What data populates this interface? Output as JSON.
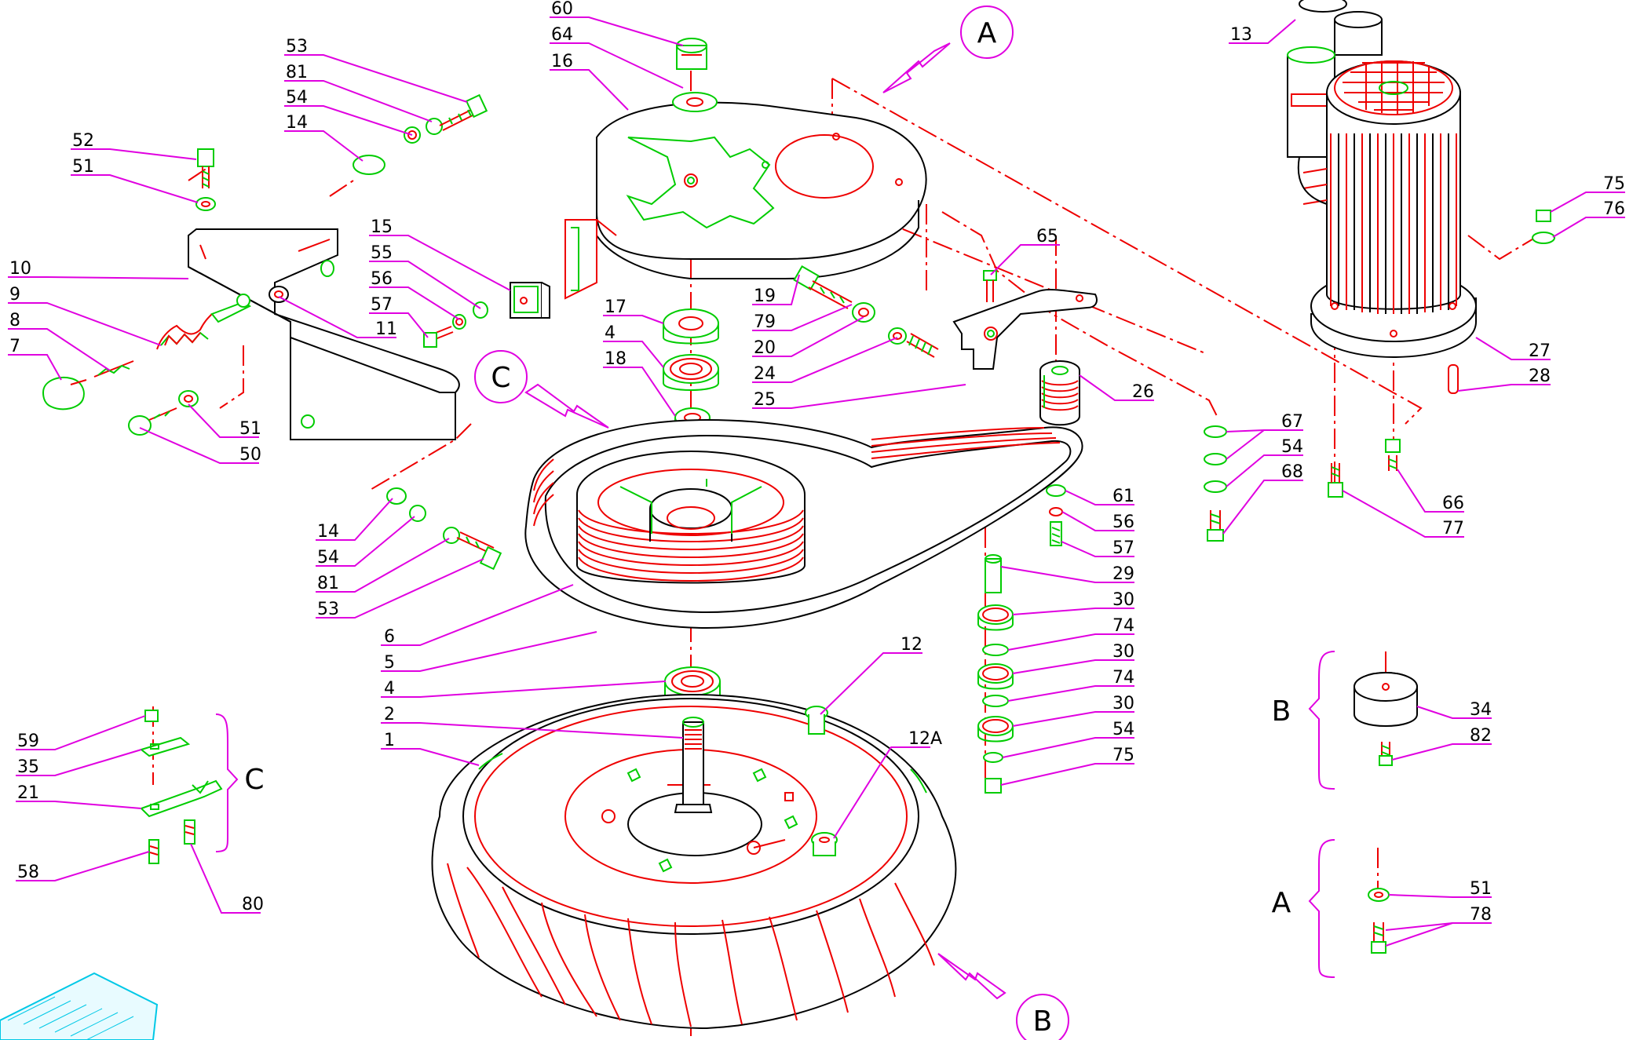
{
  "labels": [
    {
      "id": "l60",
      "text": "60"
    },
    {
      "id": "l64",
      "text": "64"
    },
    {
      "id": "l16",
      "text": "16"
    },
    {
      "id": "l53a",
      "text": "53"
    },
    {
      "id": "l81a",
      "text": "81"
    },
    {
      "id": "l54a",
      "text": "54"
    },
    {
      "id": "l14a",
      "text": "14"
    },
    {
      "id": "l52",
      "text": "52"
    },
    {
      "id": "l51a",
      "text": "51"
    },
    {
      "id": "l10",
      "text": "10"
    },
    {
      "id": "l9",
      "text": "9"
    },
    {
      "id": "l8",
      "text": "8"
    },
    {
      "id": "l7",
      "text": "7"
    },
    {
      "id": "l51b",
      "text": "51"
    },
    {
      "id": "l50",
      "text": "50"
    },
    {
      "id": "l15",
      "text": "15"
    },
    {
      "id": "l55",
      "text": "55"
    },
    {
      "id": "l56a",
      "text": "56"
    },
    {
      "id": "l57a",
      "text": "57"
    },
    {
      "id": "l11",
      "text": "11"
    },
    {
      "id": "l17",
      "text": "17"
    },
    {
      "id": "l4a",
      "text": "4"
    },
    {
      "id": "l18",
      "text": "18"
    },
    {
      "id": "l19",
      "text": "19"
    },
    {
      "id": "l79",
      "text": "79"
    },
    {
      "id": "l20",
      "text": "20"
    },
    {
      "id": "l24",
      "text": "24"
    },
    {
      "id": "l25",
      "text": "25"
    },
    {
      "id": "l65",
      "text": "65"
    },
    {
      "id": "l26",
      "text": "26"
    },
    {
      "id": "l13",
      "text": "13"
    },
    {
      "id": "l75a",
      "text": "75"
    },
    {
      "id": "l76",
      "text": "76"
    },
    {
      "id": "l27",
      "text": "27"
    },
    {
      "id": "l28",
      "text": "28"
    },
    {
      "id": "l67",
      "text": "67"
    },
    {
      "id": "l54b",
      "text": "54"
    },
    {
      "id": "l68",
      "text": "68"
    },
    {
      "id": "l66",
      "text": "66"
    },
    {
      "id": "l77",
      "text": "77"
    },
    {
      "id": "l61",
      "text": "61"
    },
    {
      "id": "l56b",
      "text": "56"
    },
    {
      "id": "l57b",
      "text": "57"
    },
    {
      "id": "l29",
      "text": "29"
    },
    {
      "id": "l30a",
      "text": "30"
    },
    {
      "id": "l74a",
      "text": "74"
    },
    {
      "id": "l30b",
      "text": "30"
    },
    {
      "id": "l74b",
      "text": "74"
    },
    {
      "id": "l30c",
      "text": "30"
    },
    {
      "id": "l54c",
      "text": "54"
    },
    {
      "id": "l75b",
      "text": "75"
    },
    {
      "id": "l14b",
      "text": "14"
    },
    {
      "id": "l54d",
      "text": "54"
    },
    {
      "id": "l81b",
      "text": "81"
    },
    {
      "id": "l53b",
      "text": "53"
    },
    {
      "id": "l6",
      "text": "6"
    },
    {
      "id": "l5",
      "text": "5"
    },
    {
      "id": "l4b",
      "text": "4"
    },
    {
      "id": "l2",
      "text": "2"
    },
    {
      "id": "l1",
      "text": "1"
    },
    {
      "id": "l12",
      "text": "12"
    },
    {
      "id": "l12A",
      "text": "12A"
    },
    {
      "id": "l59",
      "text": "59"
    },
    {
      "id": "l35",
      "text": "35"
    },
    {
      "id": "l21",
      "text": "21"
    },
    {
      "id": "l58",
      "text": "58"
    },
    {
      "id": "l80",
      "text": "80"
    },
    {
      "id": "l34",
      "text": "34"
    },
    {
      "id": "l82",
      "text": "82"
    },
    {
      "id": "l51c",
      "text": "51"
    },
    {
      "id": "l78",
      "text": "78"
    }
  ],
  "callouts": [
    {
      "id": "cA",
      "text": "A"
    },
    {
      "id": "cB",
      "text": "B"
    },
    {
      "id": "cC",
      "text": "C"
    }
  ],
  "groups": [
    {
      "id": "gB",
      "text": "B"
    },
    {
      "id": "gA",
      "text": "A"
    },
    {
      "id": "gC",
      "text": "C"
    }
  ],
  "colors": {
    "leader": "#e000e0",
    "part_red": "#ee0000",
    "part_green": "#00cc00",
    "outline": "#000000"
  }
}
